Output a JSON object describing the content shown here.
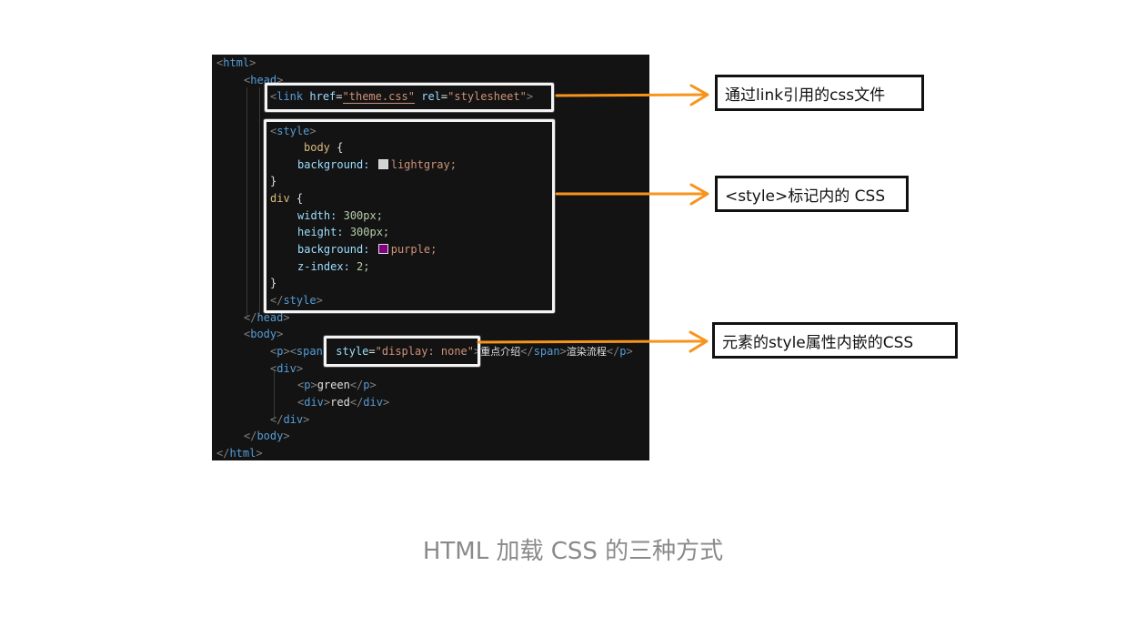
{
  "code": {
    "html_open": "html",
    "head_open": "head",
    "link_tag": "link",
    "link_href_attr": "href",
    "link_href_value": "\"theme.css\"",
    "link_rel_attr": "rel",
    "link_rel_value": "\"stylesheet\"",
    "style_open": "style",
    "body_selector": "body",
    "brace_open": "{",
    "brace_close": "}",
    "prop_background": "background:",
    "val_lightgray": "lightgray;",
    "div_selector": "div",
    "prop_width": "width:",
    "val_width": "300px;",
    "prop_height": "height:",
    "val_height": "300px;",
    "val_purple": "purple;",
    "prop_zindex": "z-index:",
    "val_zindex": "2;",
    "style_close": "style",
    "head_close": "head",
    "body_open": "body",
    "p_tag": "p",
    "span_tag": "span",
    "span_style_attr": "style",
    "span_style_value": "\"display: none\"",
    "span_text": "重点介绍",
    "p_text": "渲染流程",
    "div_tag": "div",
    "inner_p_text": "green",
    "inner_div_text": "red",
    "body_close": "body",
    "html_close": "html"
  },
  "swatch_colors": {
    "lightgray": "#d3d3d3",
    "purple": "#800080"
  },
  "callouts": {
    "link_css": "通过link引用的css文件",
    "style_css": "<style>标记内的 CSS",
    "inline_css": "元素的style属性内嵌的CSS"
  },
  "arrow_color": "#f7941d",
  "caption": "HTML 加载 CSS 的三种方式"
}
